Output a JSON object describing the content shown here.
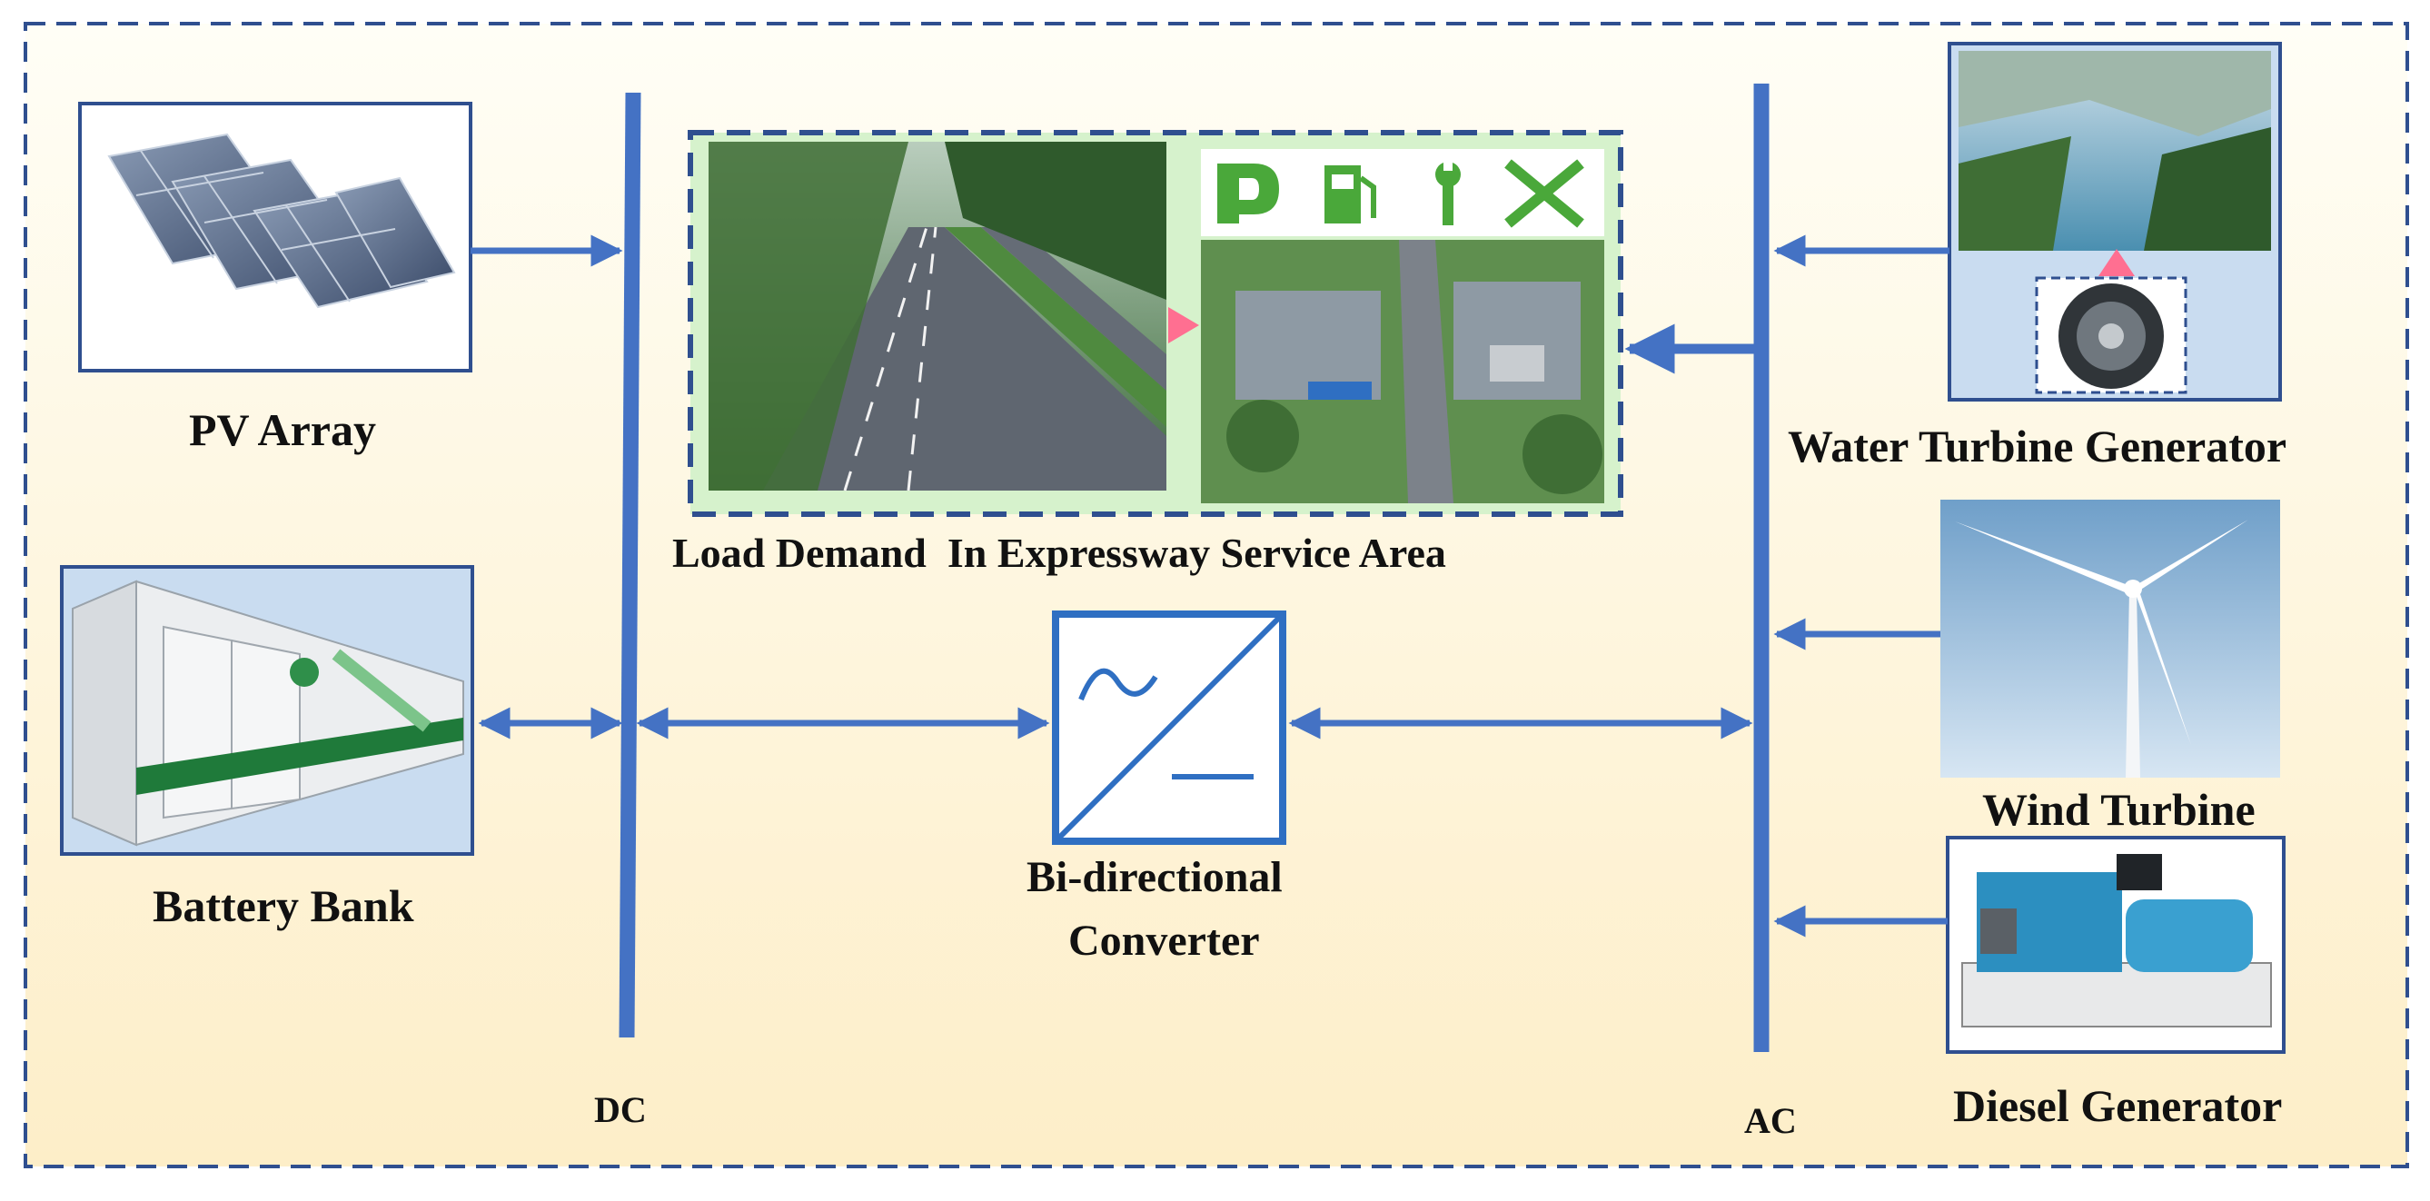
{
  "diagram": {
    "labels": {
      "pv_array": "PV Array",
      "battery_bank": "Battery Bank",
      "load_demand": "Load Demand  In Expressway Service Area",
      "converter_line1": "Bi-directional",
      "converter_line2": "Converter",
      "dc_bus": "DC",
      "ac_bus": "AC",
      "water_turbine": "Water Turbine Generator",
      "wind_turbine": "Wind Turbine",
      "diesel_generator": "Diesel Generator"
    },
    "colors": {
      "line_blue": "#4472c4",
      "frame_navy": "#2f4f8f",
      "arrow_pink": "#ff6f91",
      "service_green": "#4aa83a",
      "background_top": "#fffdf3",
      "background_bottom": "#fdeec9"
    },
    "icons": [
      "solar-panel-icon",
      "battery-container-icon",
      "highway-photo",
      "service-area-photo",
      "parking-p-icon",
      "fuel-pump-icon",
      "wrench-icon",
      "fork-knife-icon",
      "river-photo",
      "pelton-wheel-icon",
      "wind-turbine-icon",
      "diesel-generator-icon"
    ]
  }
}
